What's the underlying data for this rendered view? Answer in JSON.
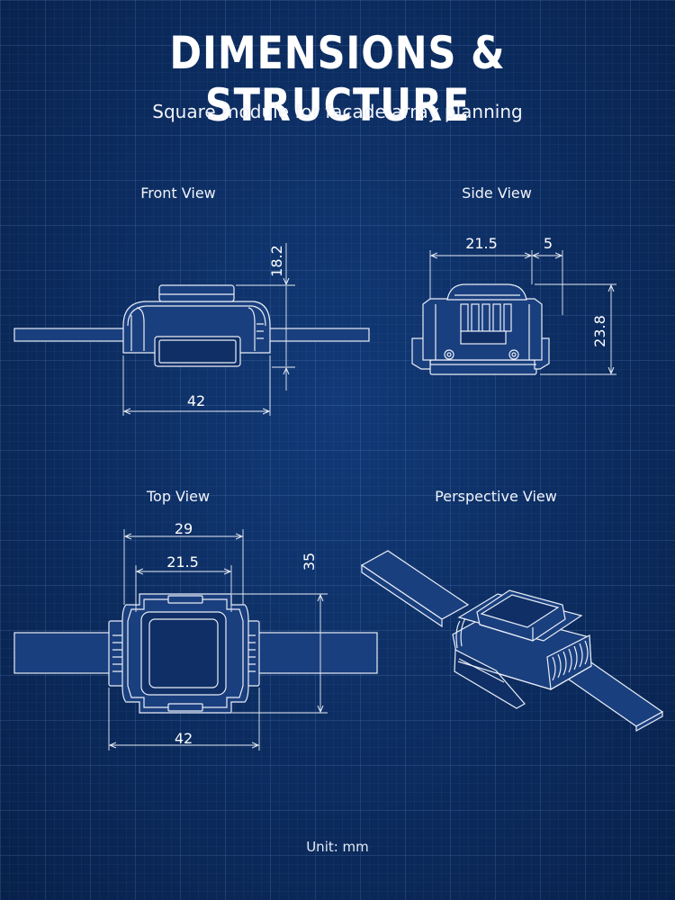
{
  "header": {
    "title": "DIMENSIONS & STRUCTURE",
    "subtitle": "Square module for facade array planning"
  },
  "views": {
    "front": {
      "label": "Front View",
      "dim_width": "42",
      "dim_height": "18.2"
    },
    "side": {
      "label": "Side View",
      "dim_top_a": "21.5",
      "dim_top_b": "5",
      "dim_height": "23.8"
    },
    "top": {
      "label": "Top View",
      "dim_outer": "29",
      "dim_inner": "21.5",
      "dim_height": "35",
      "dim_width": "42"
    },
    "perspective": {
      "label": "Perspective View"
    }
  },
  "footer": {
    "unit": "Unit: mm"
  },
  "colors": {
    "background": "#0b2a5c",
    "line": "#e9eef7"
  }
}
